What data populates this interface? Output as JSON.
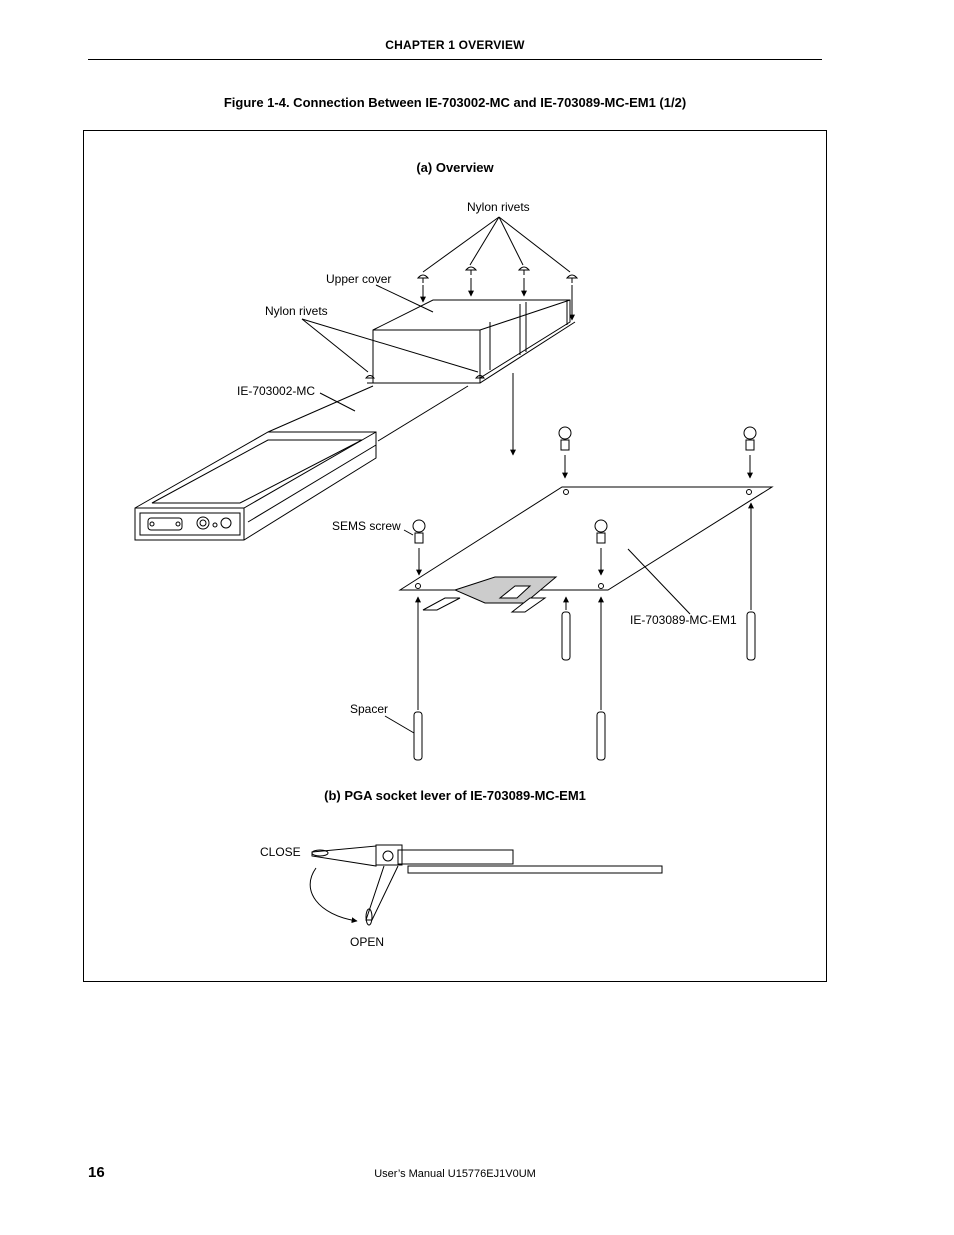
{
  "header": {
    "chapter": "CHAPTER  1   OVERVIEW"
  },
  "figure": {
    "caption": "Figure 1-4.  Connection Between IE-703002-MC and IE-703089-MC-EM1 (1/2)",
    "overview": {
      "title": "(a)  Overview",
      "labels": {
        "nylon_rivets_top": "Nylon rivets",
        "upper_cover": "Upper cover",
        "nylon_rivets_left": "Nylon rivets",
        "ie_703002_mc": "IE-703002-MC",
        "sems_screw": "SEMS screw",
        "ie_703089_mc_em1": "IE-703089-MC-EM1",
        "spacer": "Spacer"
      }
    },
    "pga_lever": {
      "title": "(b)  PGA socket lever of IE-703089-MC-EM1",
      "labels": {
        "close": "CLOSE",
        "open": "OPEN"
      }
    }
  },
  "footer": {
    "page_number": "16",
    "manual": "User’s Manual  U15776EJ1V0UM"
  }
}
